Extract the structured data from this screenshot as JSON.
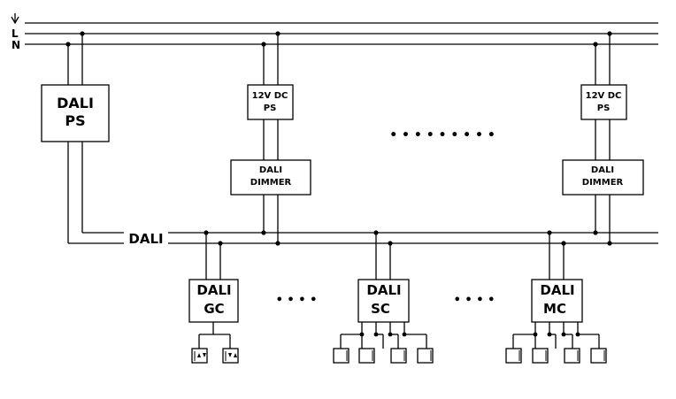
{
  "rails": {
    "earth": "⏚",
    "line": "L",
    "neutral": "N"
  },
  "bus_label": "DALI",
  "dali_ps": {
    "line1": "DALI",
    "line2": "PS"
  },
  "psu_left": {
    "line1": "12V DC",
    "line2": "PS"
  },
  "psu_right": {
    "line1": "12V DC",
    "line2": "PS"
  },
  "dimmer_left": {
    "line1": "DALI",
    "line2": "DIMMER"
  },
  "dimmer_right": {
    "line1": "DALI",
    "line2": "DIMMER"
  },
  "gc": {
    "line1": "DALI",
    "line2": "GC"
  },
  "sc": {
    "line1": "DALI",
    "line2": "SC"
  },
  "mc": {
    "line1": "DALI",
    "line2": "MC"
  },
  "ellipsis_upper": "• • • • • • • • •",
  "ellipsis_left": "• • • •",
  "ellipsis_right": "• • • •"
}
